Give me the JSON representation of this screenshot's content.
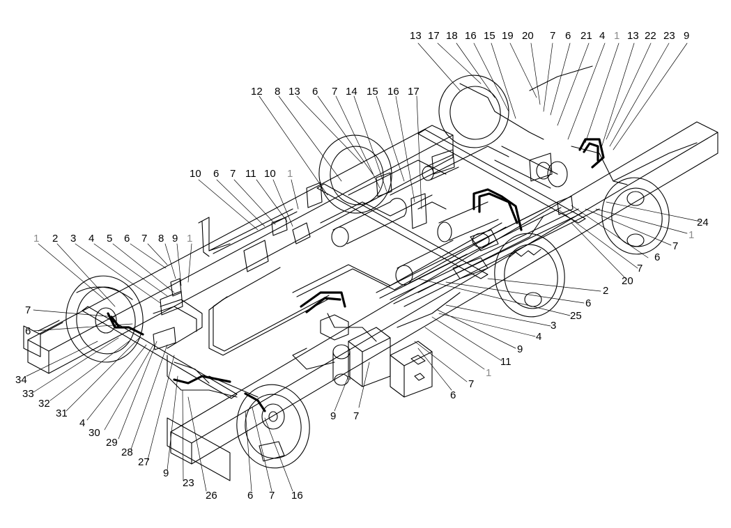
{
  "diagram": {
    "labels": [
      {
        "id": "t1",
        "text": "13"
      },
      {
        "id": "t2",
        "text": "17"
      },
      {
        "id": "t3",
        "text": "18"
      },
      {
        "id": "t4",
        "text": "16"
      },
      {
        "id": "t5",
        "text": "15"
      },
      {
        "id": "t6",
        "text": "19"
      },
      {
        "id": "t7",
        "text": "20"
      },
      {
        "id": "t8",
        "text": "7"
      },
      {
        "id": "t9",
        "text": "6"
      },
      {
        "id": "t10",
        "text": "21"
      },
      {
        "id": "t11",
        "text": "4"
      },
      {
        "id": "t12",
        "text": "1"
      },
      {
        "id": "t13",
        "text": "13"
      },
      {
        "id": "t14",
        "text": "22"
      },
      {
        "id": "t15",
        "text": "23"
      },
      {
        "id": "t16",
        "text": "9"
      },
      {
        "id": "m1",
        "text": "12"
      },
      {
        "id": "m2",
        "text": "8"
      },
      {
        "id": "m3",
        "text": "13"
      },
      {
        "id": "m4",
        "text": "6"
      },
      {
        "id": "m5",
        "text": "7"
      },
      {
        "id": "m6",
        "text": "14"
      },
      {
        "id": "m7",
        "text": "15"
      },
      {
        "id": "m8",
        "text": "16"
      },
      {
        "id": "m9",
        "text": "17"
      },
      {
        "id": "c1",
        "text": "10"
      },
      {
        "id": "c2",
        "text": "6"
      },
      {
        "id": "c3",
        "text": "7"
      },
      {
        "id": "c4",
        "text": "11"
      },
      {
        "id": "c5",
        "text": "10"
      },
      {
        "id": "c6",
        "text": "1"
      },
      {
        "id": "l1",
        "text": "1"
      },
      {
        "id": "l2",
        "text": "2"
      },
      {
        "id": "l3",
        "text": "3"
      },
      {
        "id": "l4",
        "text": "4"
      },
      {
        "id": "l5",
        "text": "5"
      },
      {
        "id": "l6",
        "text": "6"
      },
      {
        "id": "l7",
        "text": "7"
      },
      {
        "id": "l8",
        "text": "8"
      },
      {
        "id": "l9",
        "text": "9"
      },
      {
        "id": "l10",
        "text": "1"
      },
      {
        "id": "s1",
        "text": "7"
      },
      {
        "id": "s2",
        "text": "6"
      },
      {
        "id": "s3",
        "text": "34"
      },
      {
        "id": "s4",
        "text": "33"
      },
      {
        "id": "s5",
        "text": "32"
      },
      {
        "id": "s6",
        "text": "31"
      },
      {
        "id": "s7",
        "text": "4"
      },
      {
        "id": "s8",
        "text": "30"
      },
      {
        "id": "s9",
        "text": "29"
      },
      {
        "id": "s10",
        "text": "28"
      },
      {
        "id": "s11",
        "text": "27"
      },
      {
        "id": "s12",
        "text": "9"
      },
      {
        "id": "s13",
        "text": "23"
      },
      {
        "id": "s14",
        "text": "26"
      },
      {
        "id": "b1",
        "text": "6"
      },
      {
        "id": "b2",
        "text": "7"
      },
      {
        "id": "b3",
        "text": "16"
      },
      {
        "id": "b4",
        "text": "9"
      },
      {
        "id": "b5",
        "text": "7"
      },
      {
        "id": "b6",
        "text": "6"
      },
      {
        "id": "b7",
        "text": "7"
      },
      {
        "id": "b8",
        "text": "1"
      },
      {
        "id": "b9",
        "text": "11"
      },
      {
        "id": "b10",
        "text": "9"
      },
      {
        "id": "b11",
        "text": "4"
      },
      {
        "id": "b12",
        "text": "3"
      },
      {
        "id": "r1",
        "text": "2"
      },
      {
        "id": "r2",
        "text": "6"
      },
      {
        "id": "r3",
        "text": "25"
      },
      {
        "id": "r4",
        "text": "20"
      },
      {
        "id": "r5",
        "text": "7"
      },
      {
        "id": "r6",
        "text": "6"
      },
      {
        "id": "r7",
        "text": "7"
      },
      {
        "id": "r8",
        "text": "1"
      },
      {
        "id": "r9",
        "text": "24"
      }
    ],
    "colors": {
      "line": "#000000",
      "muted_label": "#8a8a8a"
    }
  }
}
